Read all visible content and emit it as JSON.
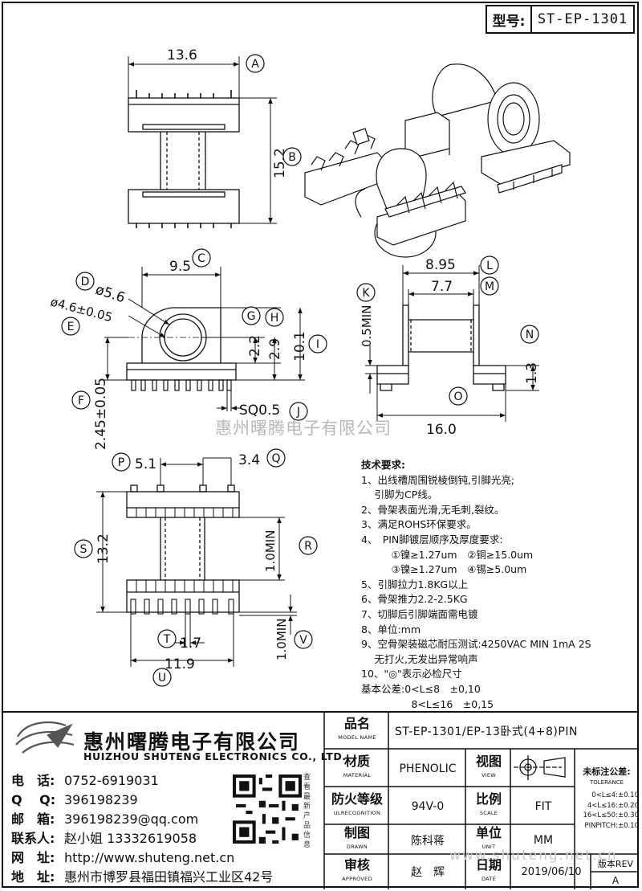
{
  "header": {
    "model_label": "型号:",
    "model_value": "ST-EP-1301"
  },
  "drawing": {
    "dims": {
      "d13_6": "13.6",
      "d15_2": "15.2",
      "d9_5": "9.5",
      "d5_6": "ø5.6",
      "d4_6": "ø4.6±0.05",
      "d2_2": "2.2",
      "d2_9": "2.9",
      "d10_1": "10.1",
      "d2_45": "2.45±0.05",
      "sq": "SQ0.5",
      "d8_95": "8.95",
      "d7_7": "7.7",
      "d0_5min": "0.5MIN",
      "d1_3": "1.3",
      "d16": "16.0",
      "d5_1": "5.1",
      "d3_4": "3.4",
      "d13_2": "13.2",
      "d1_0min_r": "1.0MIN",
      "d1_7": "1.7",
      "d1_0min_v": "1.0MIN",
      "d11_9": "11.9"
    },
    "callouts": [
      "A",
      "B",
      "C",
      "D",
      "E",
      "F",
      "G",
      "H",
      "I",
      "J",
      "K",
      "L",
      "M",
      "N",
      "O",
      "P",
      "Q",
      "R",
      "S",
      "T",
      "U",
      "V"
    ]
  },
  "watermark": "惠州曙腾电子有限公司",
  "watermark_url": "www.shuteng.net.cn",
  "notes": {
    "title": "技术要求:",
    "lines": [
      "1、出线槽周围锐棱倒钝,引脚光亮;",
      "　 引脚为CP线。",
      "2、骨架表面光滑,无毛刺,裂纹。",
      "3、满足ROHS环保要求。",
      "4、　PIN脚镀层顺序及厚度要求:",
      "　　　①镍≥1.27um　②铜≥15.0um",
      "　　　③镍≥1.27um　④锡≥5.0um",
      "5、引脚拉力1.8KG以上",
      "6、骨架推力2.2-2.5KG",
      "7、切脚后引脚端面需电镀",
      "8、单位:mm",
      "9、空骨架装磁芯耐压测试:4250VAC MIN 1mA 2S",
      "　 无打火,无发出异常响声",
      "10、\"◎\"表示必检尺寸",
      "基本公差:0<L≤8　±0,10",
      "　　　　　8<L≤16　±0,15"
    ]
  },
  "company": {
    "cn": "惠州曙腾电子有限公司",
    "en": "HUIZHOU SHUTENG ELECTRONICS CO., LTD.",
    "contacts": [
      {
        "label": "电　话:",
        "value": "0752-6919031"
      },
      {
        "label": "Q　 Q:",
        "value": "396198239"
      },
      {
        "label": "邮　箱:",
        "value": "396198239@qq.com"
      },
      {
        "label": "联系人:",
        "value": "赵小姐 13332619058"
      },
      {
        "label": "网　址:",
        "value": "http://www.shuteng.net.cn"
      },
      {
        "label": "地　址:",
        "value": "惠州市博罗县福田镇福兴工业区42号"
      }
    ],
    "qr_note": "查看最新产品信息"
  },
  "titleblock": {
    "model_name_label": "品名",
    "model_name_en": "MODEL NAME",
    "model_name_value": "ST-EP-1301/EP-13卧式(4+8)PIN",
    "material_label": "材质",
    "material_en": "MATERIAL",
    "material_value": "PHENOLIC",
    "view_label": "视图",
    "view_en": "VIEW",
    "ul_label": "防火等级",
    "ul_en": "ULRECOGNITION",
    "ul_value": "94V-0",
    "scale_label": "比例",
    "scale_en": "SCALE",
    "scale_value": "FIT",
    "drawn_label": "制图",
    "drawn_en": "DRAWN",
    "drawn_value": "陈科蒋",
    "unit_label": "单位",
    "unit_en": "UNIT",
    "unit_value": "MM",
    "approved_label": "审核",
    "approved_en": "APPROVED",
    "approved_value": "赵　辉",
    "date_label": "日期",
    "date_en": "DATE",
    "date_value": "2019/06/10",
    "tol_title": "未标注公差:",
    "tol_title_en": "TOLERANCE",
    "tol_lines": [
      "0<L≤4:±0.10",
      "4<L≤16:±0.20",
      "16<L≤50:±0.30",
      "PINPITCH:±0.10"
    ],
    "rev_label": "版本REV",
    "rev_value": "A"
  }
}
